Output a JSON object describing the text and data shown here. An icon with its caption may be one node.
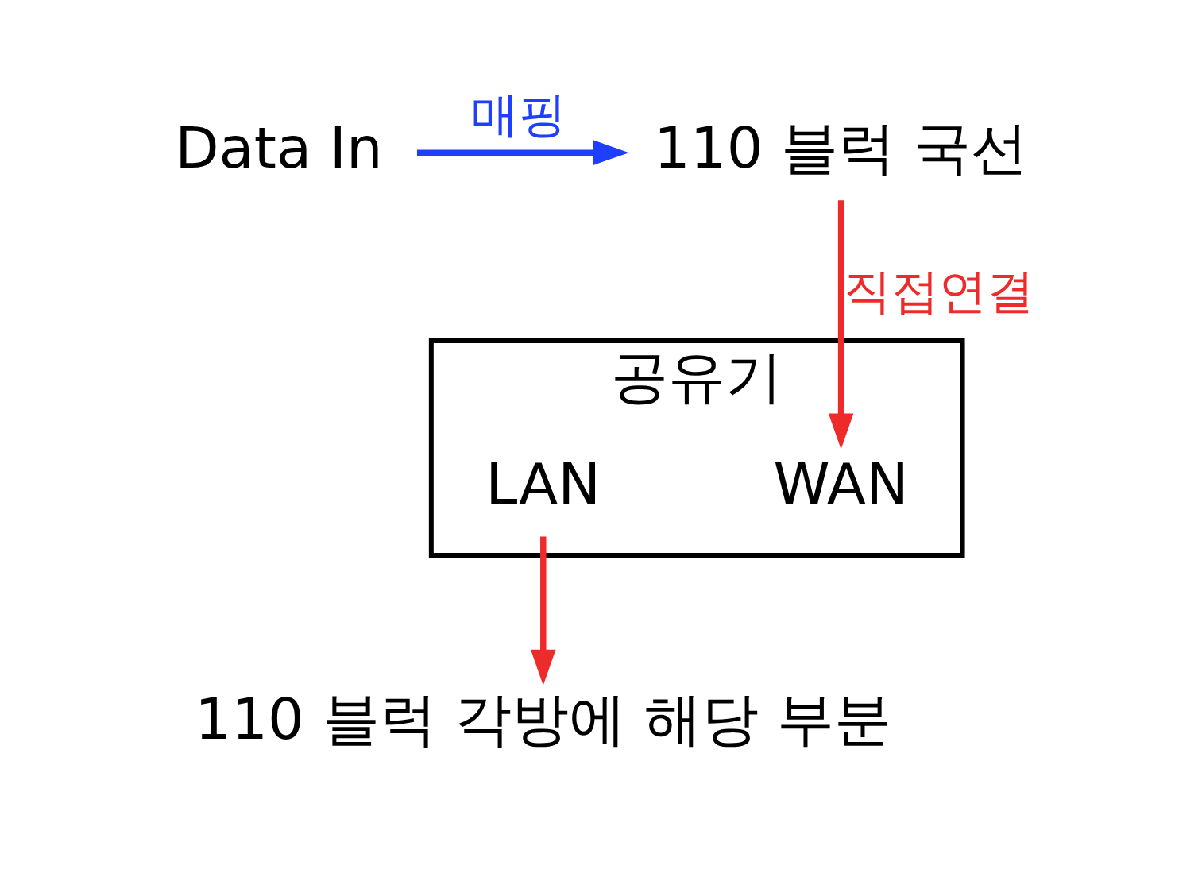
{
  "diagram": {
    "nodes": [
      {
        "text": [
          "Data In"
        ]
      },
      {
        "text": [
          "110 블럭 국선"
        ]
      },
      {
        "text": [
          "공유기"
        ]
      },
      {
        "text": [
          "WAN"
        ],
        "in": 2
      },
      {
        "text": [
          "LAN"
        ],
        "in": 2
      },
      {
        "text": [
          "110 블럭 각방에 해당 부분"
        ]
      }
    ],
    "edges": [
      {
        "from": 0,
        "to": 1,
        "arrow": "to",
        "label": "매핑",
        "color": "#1f3fff"
      },
      {
        "from": 1,
        "to": 3,
        "arrow": "to",
        "label": "직접연결"
      },
      {
        "from": 4,
        "to": 5,
        "arrow": "to"
      }
    ]
  }
}
